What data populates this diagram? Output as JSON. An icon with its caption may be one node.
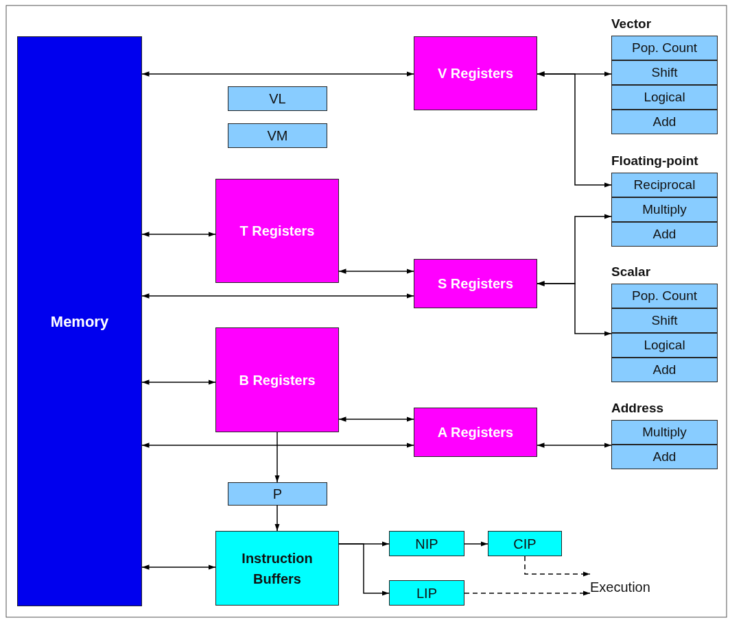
{
  "diagram": {
    "nodes": [
      {
        "text": [
          "Memory"
        ]
      },
      {
        "text": [
          "V Registers"
        ]
      },
      {
        "text": [
          "VL"
        ]
      },
      {
        "text": [
          "VM"
        ]
      },
      {
        "text": [
          "T Registers"
        ]
      },
      {
        "text": [
          "S Registers"
        ]
      },
      {
        "text": [
          "B Registers"
        ]
      },
      {
        "text": [
          "A Registers"
        ]
      },
      {
        "text": [
          "P"
        ]
      },
      {
        "text": [
          "Instruction Buffers"
        ]
      },
      {
        "text": [
          "NIP"
        ]
      },
      {
        "text": [
          "CIP"
        ]
      },
      {
        "text": [
          "LIP"
        ]
      },
      {
        "text": [
          "Execution"
        ]
      },
      {
        "text": [
          "Vector"
        ]
      },
      {
        "text": [
          "Pop. Count"
        ],
        "in": 14
      },
      {
        "text": [
          "Shift"
        ],
        "in": 14
      },
      {
        "text": [
          "Logical"
        ],
        "in": 14
      },
      {
        "text": [
          "Add"
        ],
        "in": 14
      },
      {
        "text": [
          "Floating-point"
        ]
      },
      {
        "text": [
          "Reciprocal"
        ],
        "in": 19
      },
      {
        "text": [
          "Multiply"
        ],
        "in": 19
      },
      {
        "text": [
          "Add"
        ],
        "in": 19
      },
      {
        "text": [
          "Scalar"
        ]
      },
      {
        "text": [
          "Pop. Count"
        ],
        "in": 23
      },
      {
        "text": [
          "Shift"
        ],
        "in": 23
      },
      {
        "text": [
          "Logical"
        ],
        "in": 23
      },
      {
        "text": [
          "Add"
        ],
        "in": 23
      },
      {
        "text": [
          "Address"
        ]
      },
      {
        "text": [
          "Multiply"
        ],
        "in": 28
      },
      {
        "text": [
          "Add"
        ],
        "in": 28
      }
    ],
    "edges": [
      {
        "from": 0,
        "to": 1,
        "arrow": "both"
      },
      {
        "from": 1,
        "to": 14,
        "arrow": "both"
      },
      {
        "from": 1,
        "to": 20,
        "arrow": "both"
      },
      {
        "from": 0,
        "to": 4,
        "arrow": "both"
      },
      {
        "from": 4,
        "to": 5,
        "arrow": "both"
      },
      {
        "from": 0,
        "to": 5,
        "arrow": "both"
      },
      {
        "from": 5,
        "to": 21,
        "arrow": "both"
      },
      {
        "from": 5,
        "to": 23,
        "arrow": "both"
      },
      {
        "from": 0,
        "to": 6,
        "arrow": "both"
      },
      {
        "from": 6,
        "to": 7,
        "arrow": "both"
      },
      {
        "from": 0,
        "to": 7,
        "arrow": "both"
      },
      {
        "from": 7,
        "to": 28,
        "arrow": "both"
      },
      {
        "from": 6,
        "to": 8,
        "arrow": "to"
      },
      {
        "from": 8,
        "to": 9,
        "arrow": "to"
      },
      {
        "from": 0,
        "to": 9,
        "arrow": "both"
      },
      {
        "from": 9,
        "to": 10,
        "arrow": "to"
      },
      {
        "from": 9,
        "to": 12,
        "arrow": "to"
      },
      {
        "from": 10,
        "to": 11,
        "arrow": "to"
      },
      {
        "from": 11,
        "to": 13,
        "arrow": "to",
        "style": "dashed"
      },
      {
        "from": 12,
        "to": 13,
        "arrow": "to",
        "style": "dashed"
      }
    ]
  }
}
